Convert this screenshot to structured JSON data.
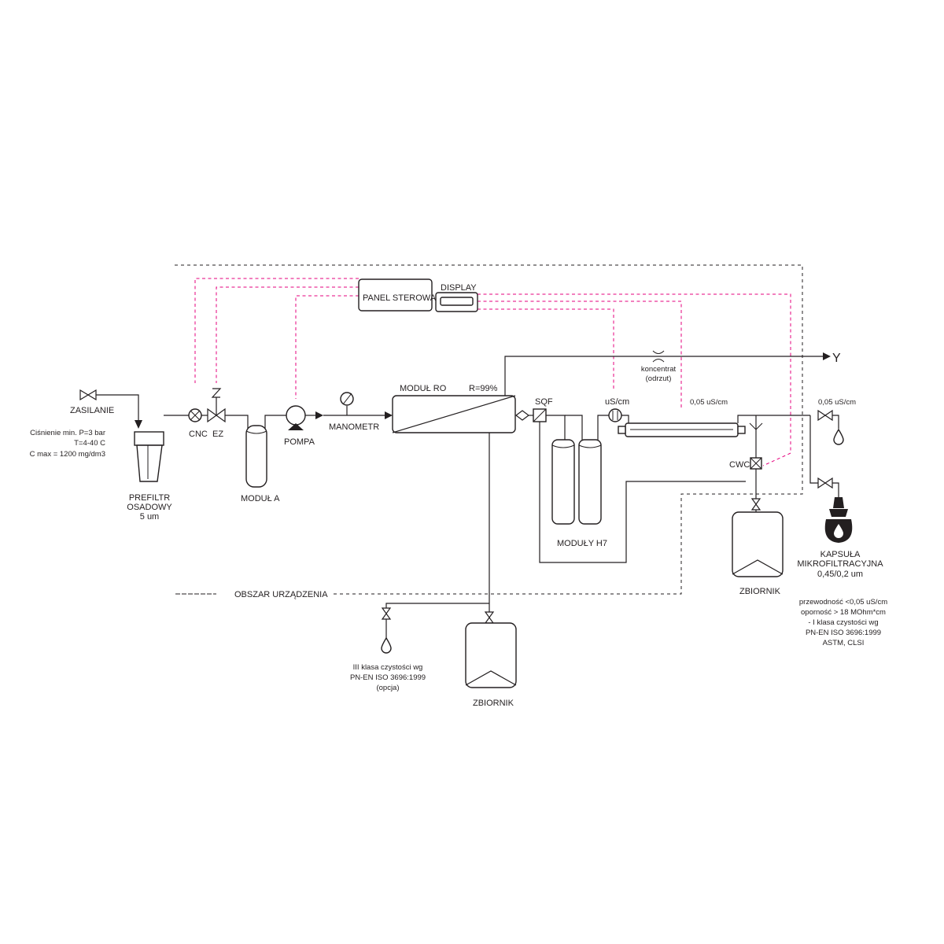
{
  "labels": {
    "zasilanie": "ZASILANIE",
    "feed_conditions": [
      "Ciśnienie min. P=3 bar",
      "T=4-40 C",
      "C max = 1200 mg/dm3"
    ],
    "prefiltr": [
      "PREFILTR",
      "OSADOWY",
      "5 um"
    ],
    "cnc": "CNC",
    "ez": "EZ",
    "modul_a": "MODUŁ A",
    "pompa": "POMPA",
    "manometr": "MANOMETR",
    "modul_ro": "MODUŁ RO",
    "recovery": "R=99%",
    "panel": "PANEL STEROWANIA",
    "display": "DISPLAY",
    "sqf": "SQF",
    "us_cm": "uS/cm",
    "koncentrat": [
      "koncentrat",
      "(odrzut)"
    ],
    "conductivity_loop": "0,05 uS/cm",
    "conductivity_out": "0,05 uS/cm",
    "y_out": "Y",
    "moduly_h7": "MODUŁY H7",
    "cwc": "CWC",
    "zbiornik_right": "ZBIORNIK",
    "zbiornik_bottom": "ZBIORNIK",
    "kapsula": [
      "KAPSUŁA",
      "MIKROFILTRACYJNA",
      "0,45/0,2 um"
    ],
    "quality_spec": [
      "przewodność <0,05 uS/cm",
      "oporność > 18 MOhm*cm",
      "- I klasa czystości wg",
      "PN-EN ISO 3696:1999",
      "ASTM, CLSI"
    ],
    "class3_spec": [
      "III klasa czystości wg",
      "PN-EN ISO 3696:1999",
      "(opcja)"
    ],
    "obszar": "OBSZAR URZĄDZENIA"
  },
  "colors": {
    "line": "#231f20",
    "signal": "#e6007e",
    "background": "#ffffff"
  }
}
